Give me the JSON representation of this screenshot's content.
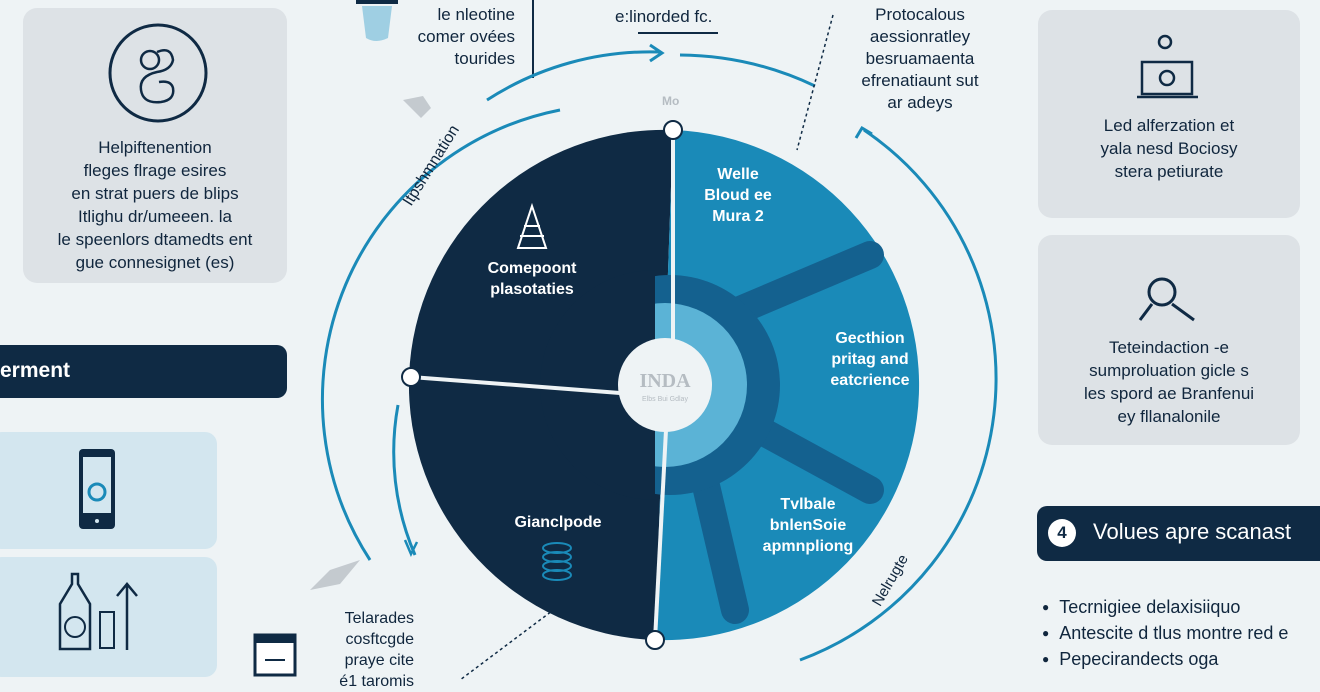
{
  "left_card": {
    "lines": [
      "Helpiftenention",
      "fleges flrage esires",
      "en strat puers de blips",
      "Itlighu dr/umeeen. la",
      "le speenlors dtamedts ent",
      "gue connesignet (es)"
    ]
  },
  "left_bar": {
    "label": "erment"
  },
  "top_left_note": {
    "lines": [
      "le nleotine",
      "comer ovées",
      "tourides"
    ]
  },
  "top_center_note": {
    "label": "e:linorded fc."
  },
  "top_right_note": {
    "lines": [
      "Protocalous",
      "aessionratley",
      "besruamaenta",
      "efrenatiaunt sut",
      "ar adeys"
    ]
  },
  "bottom_note": {
    "lines": [
      "Telarades",
      "cosftcgde",
      "praye cite",
      "é1 taromis"
    ]
  },
  "wheel": {
    "center_logo": "INDA",
    "center_sub": "Elbs Bui Gdlay",
    "arc_label_left": "Itpshmnation",
    "arc_label_right": "Nelrugte",
    "small_label_top": "Mo",
    "segments": [
      {
        "lines": [
          "Comepoont",
          "plasotaties"
        ]
      },
      {
        "lines": [
          "Gianclpode"
        ]
      },
      {
        "lines": [
          "Welle",
          "Bloud ee",
          "Mura 2"
        ]
      },
      {
        "lines": [
          "Gecthion",
          "pritag and",
          "eatcrience"
        ]
      },
      {
        "lines": [
          "Tvlbale",
          "bnlenSoie",
          "apmnpliong"
        ]
      }
    ],
    "colors": {
      "dark": "#0f2a44",
      "blue": "#1a8ab8",
      "mid": "#14618f",
      "light": "#5bb3d6"
    }
  },
  "right_cards": [
    {
      "lines": [
        "Led alferzation et",
        "yala nesd Bociosy",
        "stera petiurate"
      ]
    },
    {
      "lines": [
        "Teteindaction -e",
        "sumproluation gicle s",
        "les spord ae Branfenui",
        "ey fllanalonile"
      ]
    }
  ],
  "right_section": {
    "number": "4",
    "title": "Volues apre scanast",
    "bullets": [
      "Tecrnigiee delaxisiiquo",
      "Antescite d tlus montre red e",
      "Pepecirandects oga"
    ]
  }
}
